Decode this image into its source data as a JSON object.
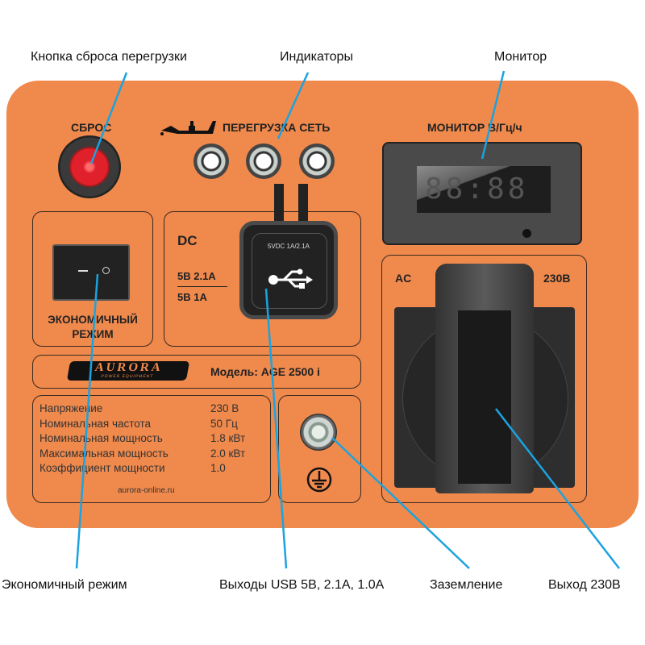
{
  "callouts": {
    "reset": "Кнопка сброса перегрузки",
    "indicators": "Индикаторы",
    "monitor": "Монитор",
    "eco": "Экономичный режим",
    "usb": "Выходы USB 5В, 2.1А, 1.0А",
    "ground": "Заземление",
    "output": "Выход 230В"
  },
  "panel": {
    "reset_label": "СБРОС",
    "indicators_label": "ПЕРЕГРУЗКА  СЕТЬ",
    "monitor_label": "МОНИТОР В/Гц/ч",
    "monitor_display": "88:88",
    "eco_label_1": "ЭКОНОМИЧНЫЙ",
    "eco_label_2": "РЕЖИМ",
    "dc_label": "DC",
    "dc_line1": "5В 2.1А",
    "dc_line2": "5В 1А",
    "usb_cover_text": "5VDC 1A/2.1A",
    "ac_label": "AC",
    "ac_voltage": "230В",
    "brand": "AURORA",
    "brand_sub": "POWER EQUIPMENT",
    "model": "Модель: AGE 2500 i",
    "specs": [
      {
        "name": "Напряжение",
        "value": "230 В"
      },
      {
        "name": "Номинальная частота",
        "value": "50 Гц"
      },
      {
        "name": "Номинальная мощность",
        "value": "1.8 кВт"
      },
      {
        "name": "Максимальная мощность",
        "value": "2.0 кВт"
      },
      {
        "name": "Коэффициент мощности",
        "value": "1.0"
      }
    ],
    "website": "aurora-online.ru"
  },
  "colors": {
    "panel": "#f0894c",
    "leader": "#1ba3e0",
    "reset": "#e0202a"
  }
}
